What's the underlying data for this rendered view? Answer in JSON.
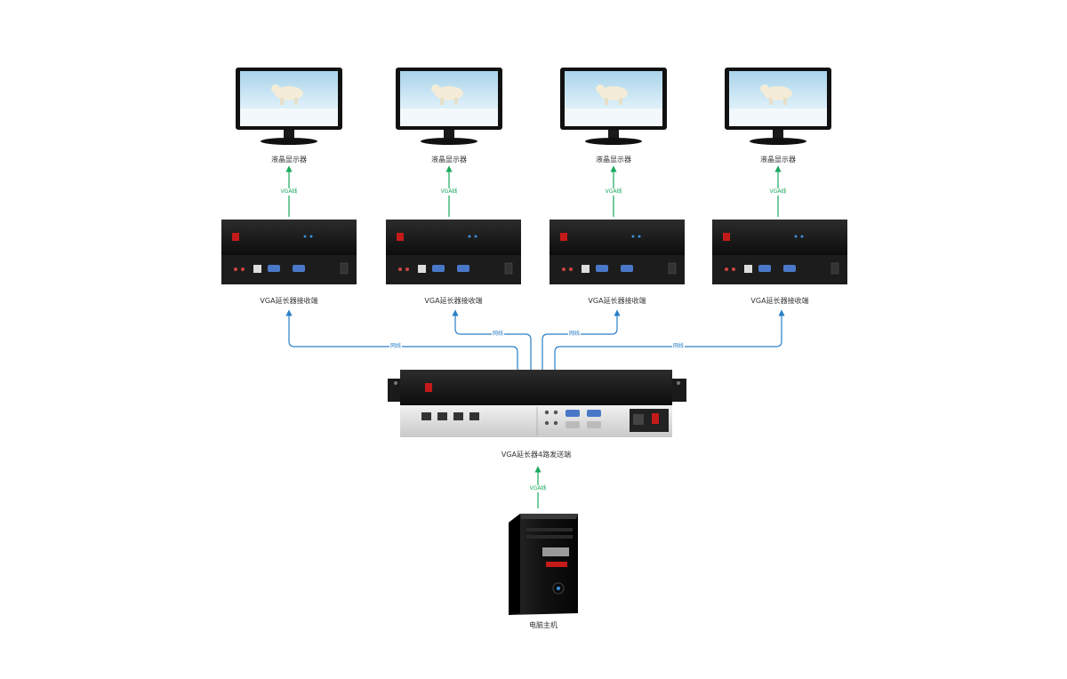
{
  "monitor_label": "液晶显示器",
  "receiver_label": "VGA延长器接收端",
  "sender_label": "VGA延长器4路发送端",
  "pc_label": "电脑主机",
  "vga_cable_label": "VGA线",
  "network_cable_label": "网线",
  "colors": {
    "vga_cable": "#1aa85c",
    "network_cable": "#2a7fc6"
  },
  "monitors": [
    {
      "label": "液晶显示器"
    },
    {
      "label": "液晶显示器"
    },
    {
      "label": "液晶显示器"
    },
    {
      "label": "液晶显示器"
    }
  ],
  "receivers": [
    {
      "label": "VGA延长器接收端"
    },
    {
      "label": "VGA延长器接收端"
    },
    {
      "label": "VGA延长器接收端"
    },
    {
      "label": "VGA延长器接收端"
    }
  ]
}
